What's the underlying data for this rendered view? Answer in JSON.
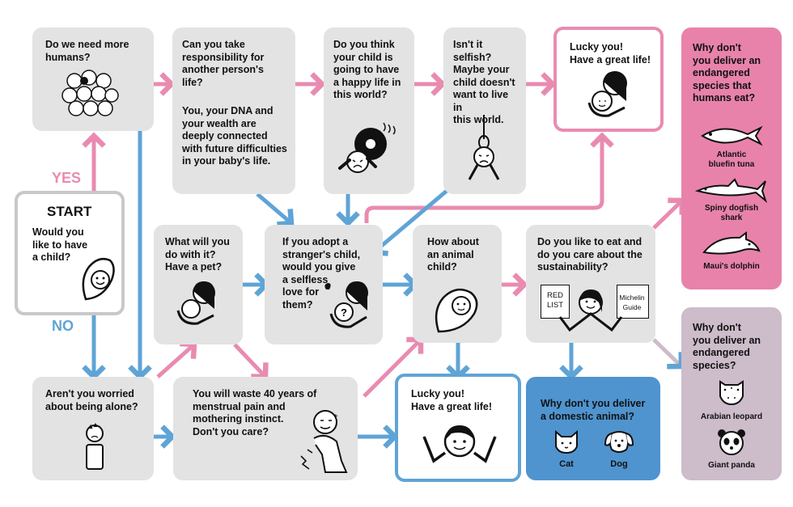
{
  "colors": {
    "pink": "#e98bb1",
    "blue": "#5fa4d6",
    "box": "#e3e3e3",
    "start_border": "#c8c8c8",
    "pink_box": "#e882ab",
    "blue_box": "#4f94cf",
    "purple_box": "#cdbcca"
  },
  "start": {
    "title": "START",
    "question": "Would you\nlike to have\na child?",
    "yes": "YES",
    "no": "NO"
  },
  "nodes": {
    "need_humans": "Do we need more\nhumans?",
    "responsibility": "Can you take\nresponsibility for\nanother person's life?",
    "responsibility_extra": "You, your DNA and\nyour wealth are\ndeeply connected\nwith future difficulties\nin your baby's life.",
    "happy_world": "Do you think\nyour child is\ngoing to have\na happy life in\nthis world?",
    "selfish": "Isn't it selfish?\nMaybe your\nchild doesn't\nwant to live in\nthis world.",
    "lucky_top": "Lucky you!\nHave a great life!",
    "endangered_eat": "Why don't\nyou deliver an\nendangered\nspecies that\nhumans eat?",
    "what_will_you_do": "What will you\ndo with it?\nHave a pet?",
    "adopt": "If you adopt a\nstranger's child,\nwould you give\na selfless\nlove for\nthem?",
    "animal_child": "How about\nan animal\nchild?",
    "eat_sustain": "Do you  like to eat and\ndo you care about the\nsustainability?",
    "worried_alone": "Aren't you worried\nabout being alone?",
    "menstrual": "You will waste 40 years of\nmenstrual pain and\nmothering  instinct.\nDon't you care?",
    "lucky_bottom": "Lucky you!\nHave a great life!",
    "domestic": "Why don't you deliver\na domestic animal?",
    "endangered": "Why don't\nyou deliver an\nendangered\nspecies?"
  },
  "signs": {
    "red_list": "RED\nLIST",
    "michelin": "Michelin\nGuide"
  },
  "animals": {
    "eaten": [
      "Atlantic\nbluefin tuna",
      "Spiny dogfish\nshark",
      "Maui's dolphin"
    ],
    "domestic": [
      "Cat",
      "Dog"
    ],
    "endangered": [
      "Arabian leopard",
      "Giant panda"
    ]
  }
}
